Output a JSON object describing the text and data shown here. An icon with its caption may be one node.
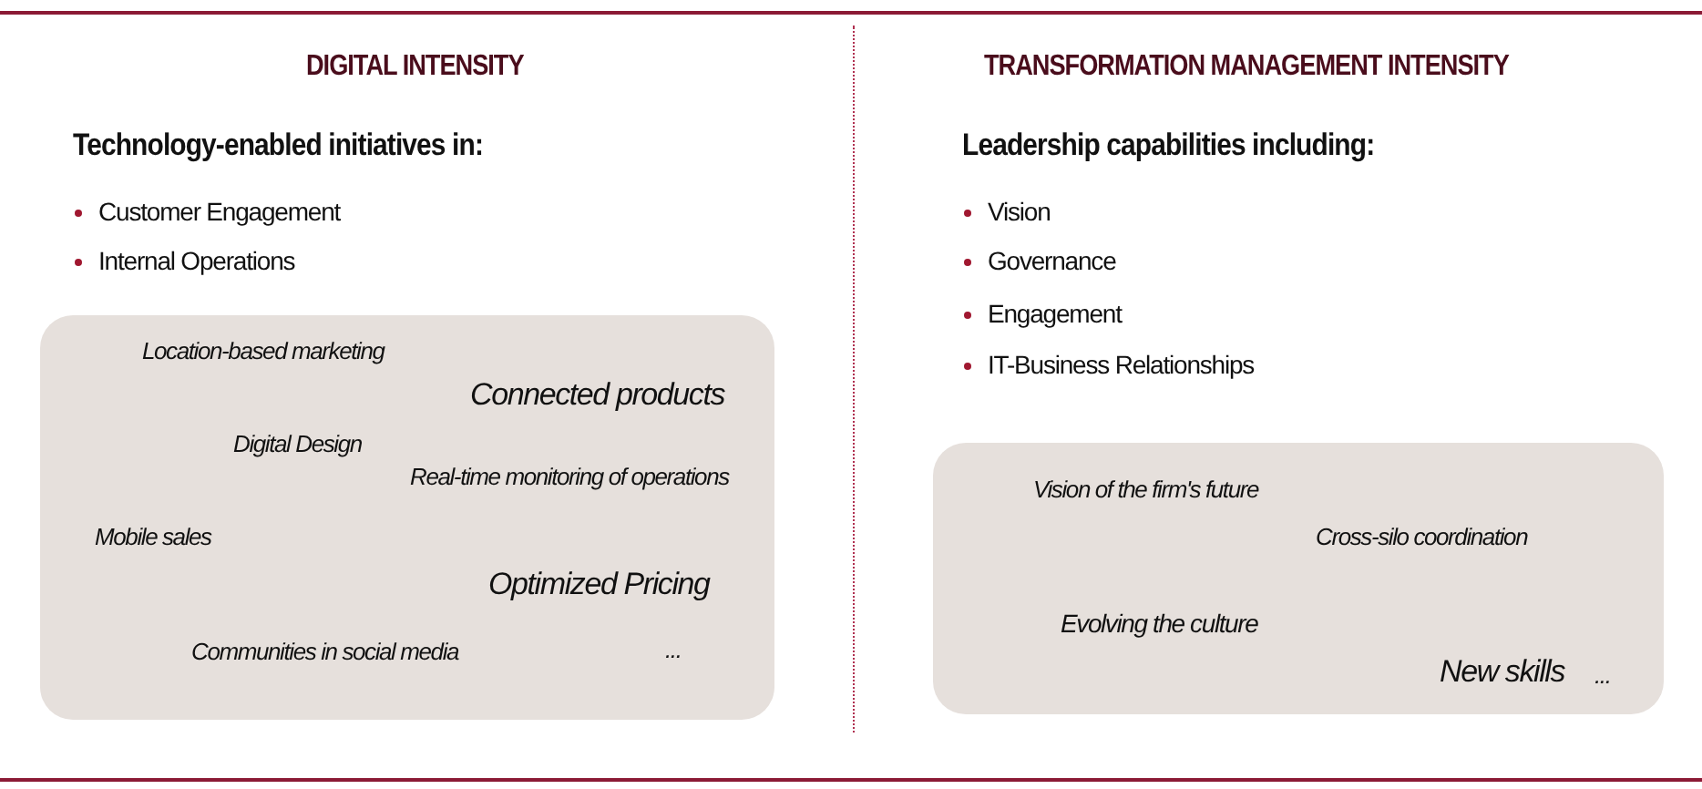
{
  "diagram": {
    "nodes": [
      {
        "text": [
          "Location-based marketing",
          "Connected products",
          "Digital Design",
          "Real-time monitoring of operations",
          "Mobile sales",
          "Optimized Pricing",
          "Communities in social media",
          "..."
        ]
      },
      {
        "text": [
          "Vision of the firm's future",
          "Cross-silo coordination",
          "Evolving the culture",
          "New skills",
          "..."
        ]
      }
    ],
    "edges": [],
    "labels": [
      "DIGITAL INTENSITY",
      "Technology-enabled initiatives in:",
      "Customer Engagement",
      "Internal Operations",
      "TRANSFORMATION MANAGEMENT INTENSITY",
      "Leadership capabilities including:",
      "Vision",
      "Governance",
      "Engagement",
      "IT-Business Relationships"
    ]
  }
}
